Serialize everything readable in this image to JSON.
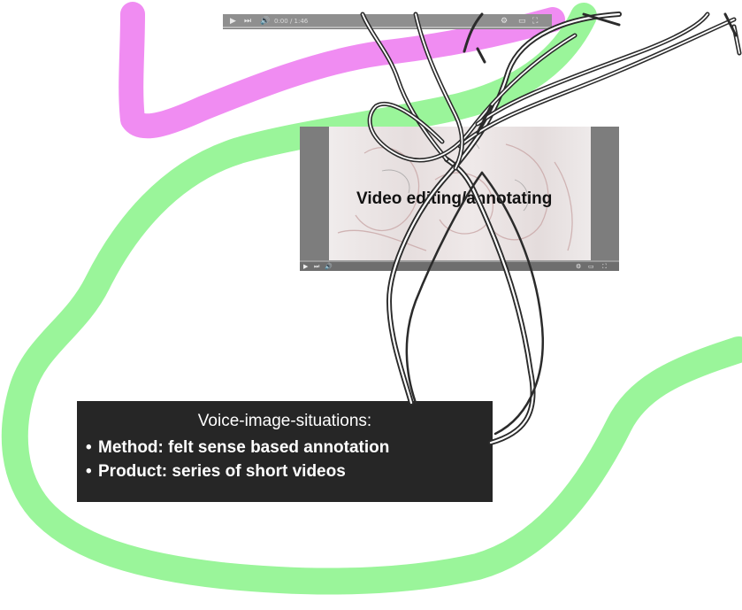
{
  "video_players": {
    "top": {
      "play_icon": "play-icon",
      "next_icon": "skip-next-icon",
      "volume_icon": "volume-icon",
      "time": "0:00 / 1:46",
      "settings_icon": "gear-icon",
      "fullscreen_icon": "fullscreen-icon"
    },
    "middle": {
      "caption": "Video editing/annotating",
      "play_icon": "play-icon",
      "next_icon": "skip-next-icon",
      "volume_icon": "volume-icon",
      "fullscreen_icon": "fullscreen-icon"
    }
  },
  "textbox": {
    "heading": "Voice-image-situations:",
    "bullets": [
      "Method: felt sense based annotation",
      "Product: series of short videos"
    ]
  },
  "colors": {
    "green_stroke": "#9af59a",
    "pink_stroke": "#f08cf2",
    "dark_box": "#262626",
    "wire": "#2b2b2b"
  }
}
